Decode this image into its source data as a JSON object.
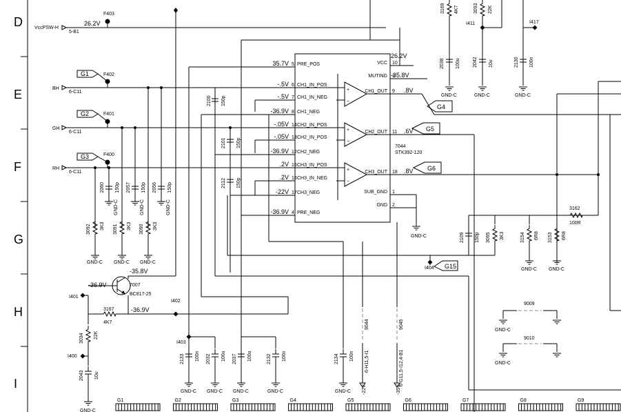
{
  "grid_rows": [
    "D",
    "E",
    "F",
    "G",
    "H",
    "I"
  ],
  "inputs": [
    {
      "name": "VccPSW-H",
      "ref": "5-B1",
      "voltage": "26.2V",
      "testpoint": "F403"
    },
    {
      "name": "BH",
      "ref": "6-C11",
      "flag": "G1",
      "testpoint": "F402"
    },
    {
      "name": "GH",
      "ref": "6-C11",
      "flag": "G2",
      "testpoint": "F401"
    },
    {
      "name": "RH",
      "ref": "6-C11",
      "flag": "G3",
      "testpoint": "F400"
    }
  ],
  "ic": {
    "id": "7044",
    "part": "STK392-120",
    "left_pins": [
      {
        "num": "5",
        "name": "PRE_POS",
        "v": "35.7V"
      },
      {
        "num": "6",
        "name": "CH1_IN_POS",
        "v": "-.5V"
      },
      {
        "num": "7",
        "name": "CH1_IN_NEG",
        "v": "-.5V"
      },
      {
        "num": "8",
        "name": "CH1_NEG",
        "v": "-36.9V"
      },
      {
        "num": "14",
        "name": "CH2_IN_POS",
        "v": "-.05V"
      },
      {
        "num": "13",
        "name": "CH2_IN_POS",
        "v": "-.05V"
      },
      {
        "num": "12",
        "name": "CH2_NEG",
        "v": "-36.9V"
      },
      {
        "num": "15",
        "name": "CH3_IN_POS",
        "v": ".2V"
      },
      {
        "num": "16",
        "name": "CH3_IN_NEG",
        "v": ".2V"
      },
      {
        "num": "17",
        "name": "CH3_NEG",
        "v": "-22V"
      },
      {
        "num": "4",
        "name": "PRE_NEG",
        "v": "-36.9V"
      }
    ],
    "right_pins": [
      {
        "num": "10",
        "name": "VCC",
        "v": "26.2V"
      },
      {
        "num": "3",
        "name": "MUTING",
        "v": "-35.8V"
      },
      {
        "num": "9",
        "name": "CH1_OUT",
        "v": ".8V",
        "flag": "G4"
      },
      {
        "num": "11",
        "name": "CH2_OUT",
        "v": ".6V",
        "flag": "G5"
      },
      {
        "num": "18",
        "name": "CH3_OUT",
        "v": ".8V",
        "flag": "G6"
      },
      {
        "num": "1",
        "name": "SUB_GND",
        "v": ""
      },
      {
        "num": "2",
        "name": "GND",
        "v": ""
      }
    ]
  },
  "components": {
    "c2100": {
      "id": "2100",
      "val": "150p"
    },
    "c2101": {
      "id": "2101",
      "val": "150p"
    },
    "c2112": {
      "id": "2112",
      "val": "150p"
    },
    "c2060": {
      "id": "2060",
      "val": "150p"
    },
    "c2057": {
      "id": "2057",
      "val": "150p"
    },
    "c2056": {
      "id": "2056",
      "val": "150p"
    },
    "r3092": {
      "id": "3092",
      "val": "3K3"
    },
    "r3091": {
      "id": "3091",
      "val": "3K3"
    },
    "r3090": {
      "id": "3090",
      "val": "3K3"
    },
    "r3169": {
      "id": "3169",
      "val": "4K7"
    },
    "r3093": {
      "id": "3093",
      "val": "22K"
    },
    "c2038": {
      "id": "2038",
      "val": "100u"
    },
    "c2042": {
      "id": "2042",
      "val": "10u"
    },
    "c2130": {
      "id": "2130",
      "val": "100n"
    },
    "r3162": {
      "id": "3162",
      "val": "100R"
    },
    "c2109": {
      "id": "2109",
      "val": "150p"
    },
    "r3095": {
      "id": "3095",
      "val": "3K3"
    },
    "r3154": {
      "id": "3154",
      "val": "6R8"
    },
    "r3153": {
      "id": "3153",
      "val": "6R8"
    },
    "q7007": {
      "id": "7007",
      "val": "BC817-25"
    },
    "r3167": {
      "id": "3167",
      "val": "4K7"
    },
    "r3034": {
      "id": "3034",
      "val": "22K"
    },
    "c2043": {
      "id": "2043",
      "val": "10u"
    },
    "c2133": {
      "id": "2133",
      "val": "100n"
    },
    "c2032": {
      "id": "2032",
      "val": "100u"
    },
    "c2037": {
      "id": "2037",
      "val": "100u"
    },
    "c2132": {
      "id": "2132",
      "val": "100n"
    },
    "c2134": {
      "id": "2134",
      "val": "100n"
    },
    "c9044": {
      "id": "9044"
    },
    "c9045": {
      "id": "9045"
    },
    "j9009": {
      "id": "9009"
    },
    "j9010": {
      "id": "9010"
    }
  },
  "labels": {
    "gnd": "GND-C",
    "v_m358": "-35.8V",
    "v_m369a": "-36.9V",
    "v_m369b": "-36.9V",
    "i401": "I401",
    "i402": "I402",
    "i403": "I403",
    "i400": "I400",
    "i404": "I404",
    "i411": "I411",
    "i417": "I417",
    "flag_g15": "G15",
    "rail_m22": "-22V",
    "rail_m22_ref": "6-H11,5-I1",
    "rail_m35": "-35V",
    "rail_m35_ref": "6-G11,5-I12,4-B1"
  },
  "connectors": [
    "G1",
    "G2",
    "G3",
    "G4",
    "G5",
    "G6",
    "G7",
    "G8",
    "G9"
  ]
}
